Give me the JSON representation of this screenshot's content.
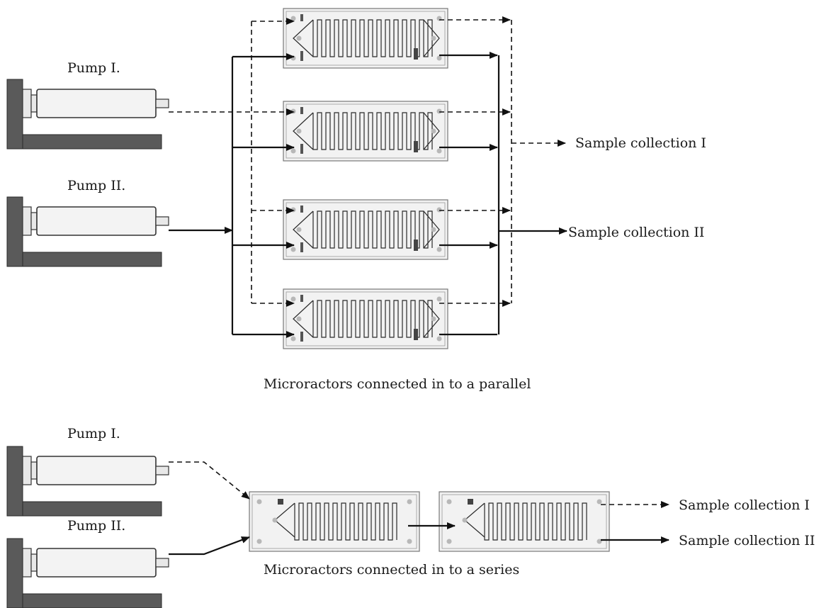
{
  "parallel_section": {
    "pump1_label": "Pump I.",
    "pump2_label": "Pump II.",
    "output1_label": "Sample collection I",
    "output2_label": "Sample collection II",
    "caption": "Microractors connected in to a parallel"
  },
  "series_section": {
    "pump1_label": "Pump I.",
    "pump2_label": "Pump II.",
    "output1_label": "Sample collection I",
    "output2_label": "Sample collection II",
    "caption": "Microractors connected in to a series"
  },
  "legend_line_styles": {
    "pump_1_stream": "dashed",
    "pump_2_stream": "solid"
  },
  "colors": {
    "line": "#111111",
    "pump_stand": "#5a5a5a",
    "chip_fill": "#f2f2f2"
  }
}
